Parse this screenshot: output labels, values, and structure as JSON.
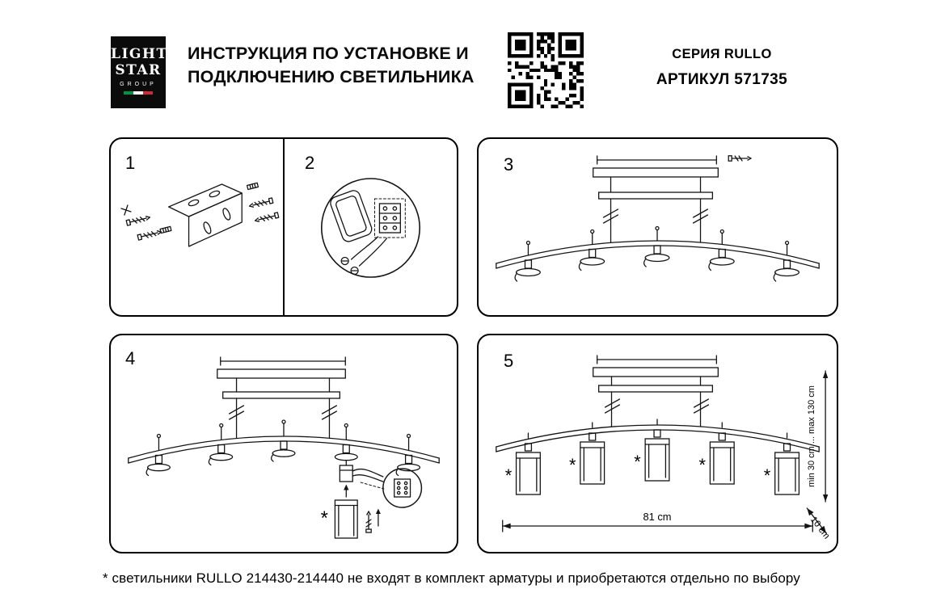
{
  "colors": {
    "ink": "#000000",
    "flag_green": "#009246",
    "flag_red": "#CE2B37"
  },
  "header": {
    "logo": {
      "line1": "LIGHT",
      "line2": "STAR",
      "line3": "GROUP"
    },
    "title_line1": "ИНСТРУКЦИЯ ПО УСТАНОВКЕ И",
    "title_line2": "ПОДКЛЮЧЕНИЮ СВЕТИЛЬНИКА",
    "series_label": "СЕРИЯ RULLO",
    "article_label": "АРТИКУЛ 571735"
  },
  "panels": [
    {
      "number": "1"
    },
    {
      "number": "2"
    },
    {
      "number": "3"
    },
    {
      "number": "4",
      "asterisk": "*"
    },
    {
      "number": "5",
      "asterisk": "*",
      "dim_width": "81 cm",
      "dim_height": "min 30 cm ... max 130 cm",
      "dim_depth": "10 cm"
    }
  ],
  "footer": {
    "note": "* светильники RULLO 214430-214440 не входят в комплект арматуры и приобретаются отдельно по выбору"
  }
}
